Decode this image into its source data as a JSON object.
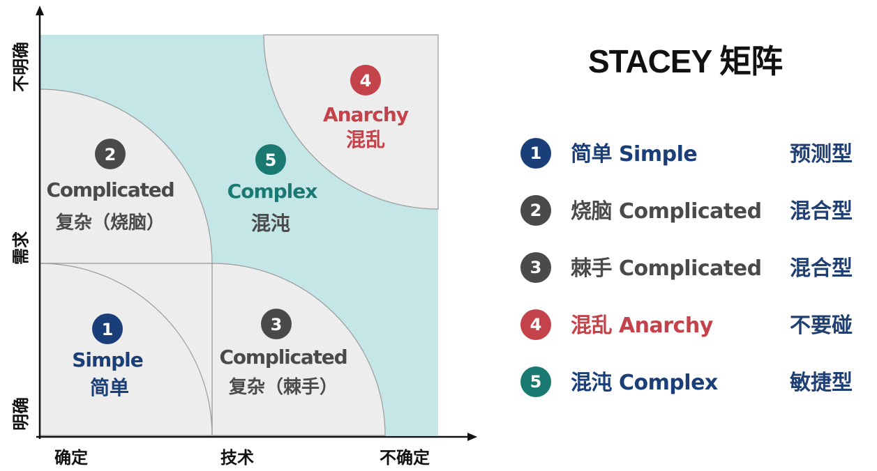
{
  "title": "STACEY 矩阵",
  "colors": {
    "navy": "#1a3f78",
    "gray": "#4a4a4a",
    "red": "#c4424a",
    "teal": "#1a7a72",
    "teal_bg": "#c4e6e7",
    "gray_bg": "#ededed",
    "type_text": "#1f3f73"
  },
  "axes": {
    "y_label_top": "不明确",
    "y_label_mid": "需求",
    "y_label_bottom": "明确",
    "x_label_left": "确定",
    "x_label_mid": "技术",
    "x_label_right": "不确定"
  },
  "zones": {
    "z1": {
      "number": "1",
      "en": "Simple",
      "zh": "简单"
    },
    "z2": {
      "number": "2",
      "en": "Complicated",
      "zh": "复杂（烧脑）"
    },
    "z3": {
      "number": "3",
      "en": "Complicated",
      "zh": "复杂（棘手）"
    },
    "z4": {
      "number": "4",
      "en": "Anarchy",
      "zh": "混乱"
    },
    "z5": {
      "number": "5",
      "en": "Complex",
      "zh": "混沌"
    }
  },
  "legend": [
    {
      "number": "1",
      "label": "简单 Simple",
      "type": "预测型"
    },
    {
      "number": "2",
      "label": "烧脑 Complicated",
      "type": "混合型"
    },
    {
      "number": "3",
      "label": "棘手 Complicated",
      "type": "混合型"
    },
    {
      "number": "4",
      "label": "混乱 Anarchy",
      "type": "不要碰"
    },
    {
      "number": "5",
      "label": "混沌 Complex",
      "type": "敏捷型"
    }
  ]
}
